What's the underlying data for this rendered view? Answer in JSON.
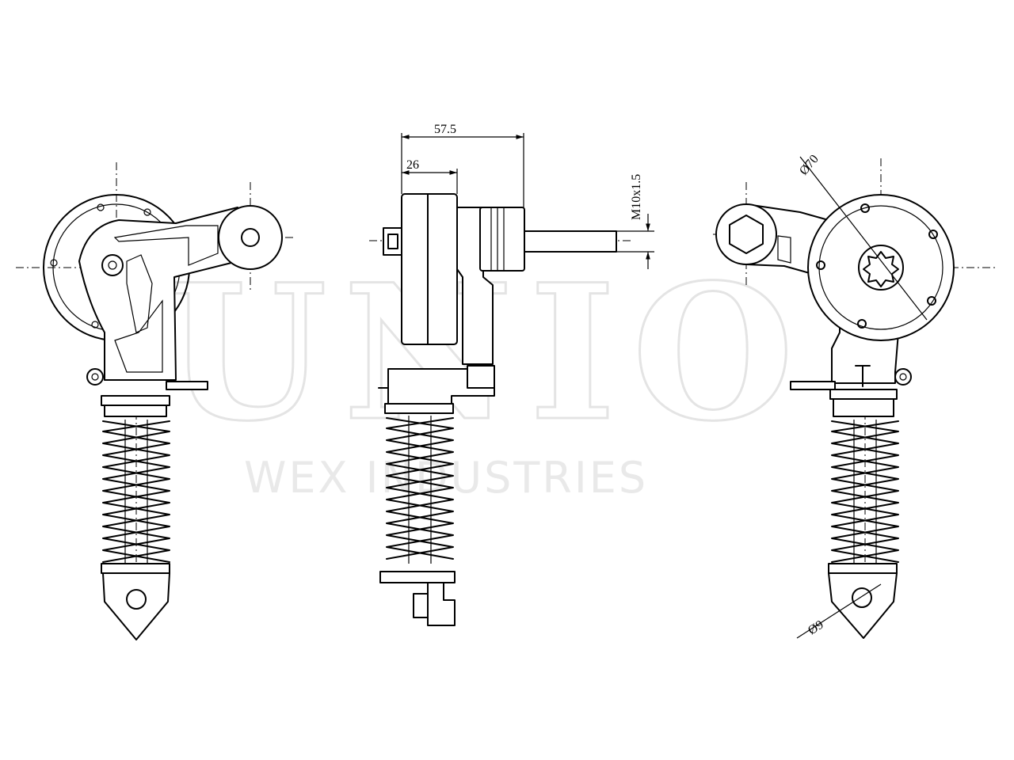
{
  "watermark": {
    "brand": "UNIO",
    "tagline": "WEX INDUSTRIES"
  },
  "dimensions": {
    "overall_depth": "57.5",
    "pulley_width": "26",
    "thread": "M10x1.5",
    "pulley_diameter": "Ø70",
    "mount_hole_diameter": "Ø9"
  },
  "views": {
    "left": "left-elevation",
    "center": "side-elevation",
    "right": "right-elevation"
  }
}
